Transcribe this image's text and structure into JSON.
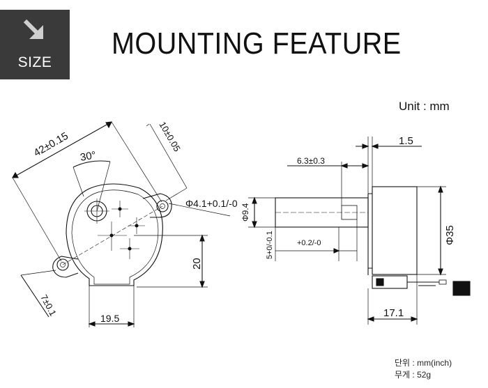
{
  "badge": {
    "label": "SIZE",
    "icon": "arrow-down-right-icon"
  },
  "title": "MOUNTING FEATURE",
  "unit_label": "Unit : mm",
  "left_view": {
    "dim_pitch": "42±0.15",
    "dim_angle": "30°",
    "dim_ear": "10±0.05",
    "dim_hole": "Φ4.1+0.1/-0",
    "dim_height": "20",
    "dim_offset": "7±0.1",
    "dim_base": "19.5"
  },
  "side_view": {
    "dim_flange": "1.5",
    "dim_shaft_len": "6.3±0.3",
    "dim_shaft_dia": "Φ9.4",
    "dim_flat": "5+0/-0.1",
    "dim_tol": "+0.2/-0",
    "dim_body_dia": "Φ35",
    "dim_depth": "17.1"
  },
  "footer": {
    "unit_line": "단위 : mm(inch)",
    "weight_line": "무게 : 52g"
  }
}
